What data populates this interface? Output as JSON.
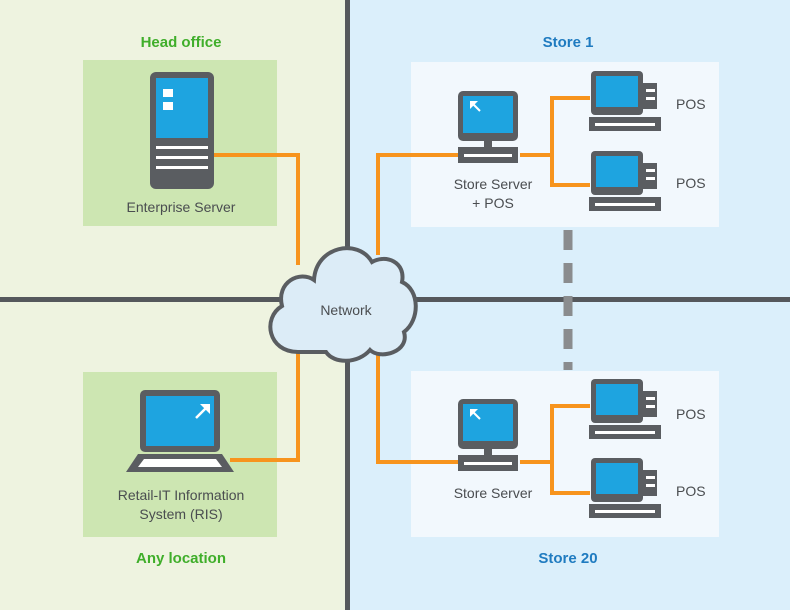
{
  "colors": {
    "left_bg": "#eef3e0",
    "right_bg": "#dbeffb",
    "left_panel": "#cde6b2",
    "right_panel": "#f2f8fd",
    "divider": "#55585c",
    "link": "#f7941d",
    "device_dark": "#5a5d61",
    "screen": "#1ea4e0",
    "green_text": "#3fae2a",
    "blue_text": "#1f7bc0",
    "label_text": "#4a4d50"
  },
  "regions": {
    "head_office": "Head office",
    "any_location": "Any location",
    "store1": "Store 1",
    "store20": "Store 20"
  },
  "devices": {
    "enterprise_server": "Enterprise Server",
    "ris_line1": "Retail-IT Information",
    "ris_line2": "System (RIS)",
    "store_server_pos_line1": "Store Server",
    "store_server_pos_line2": "+ POS",
    "store_server": "Store Server",
    "pos": "POS"
  },
  "network": {
    "label": "Network"
  }
}
